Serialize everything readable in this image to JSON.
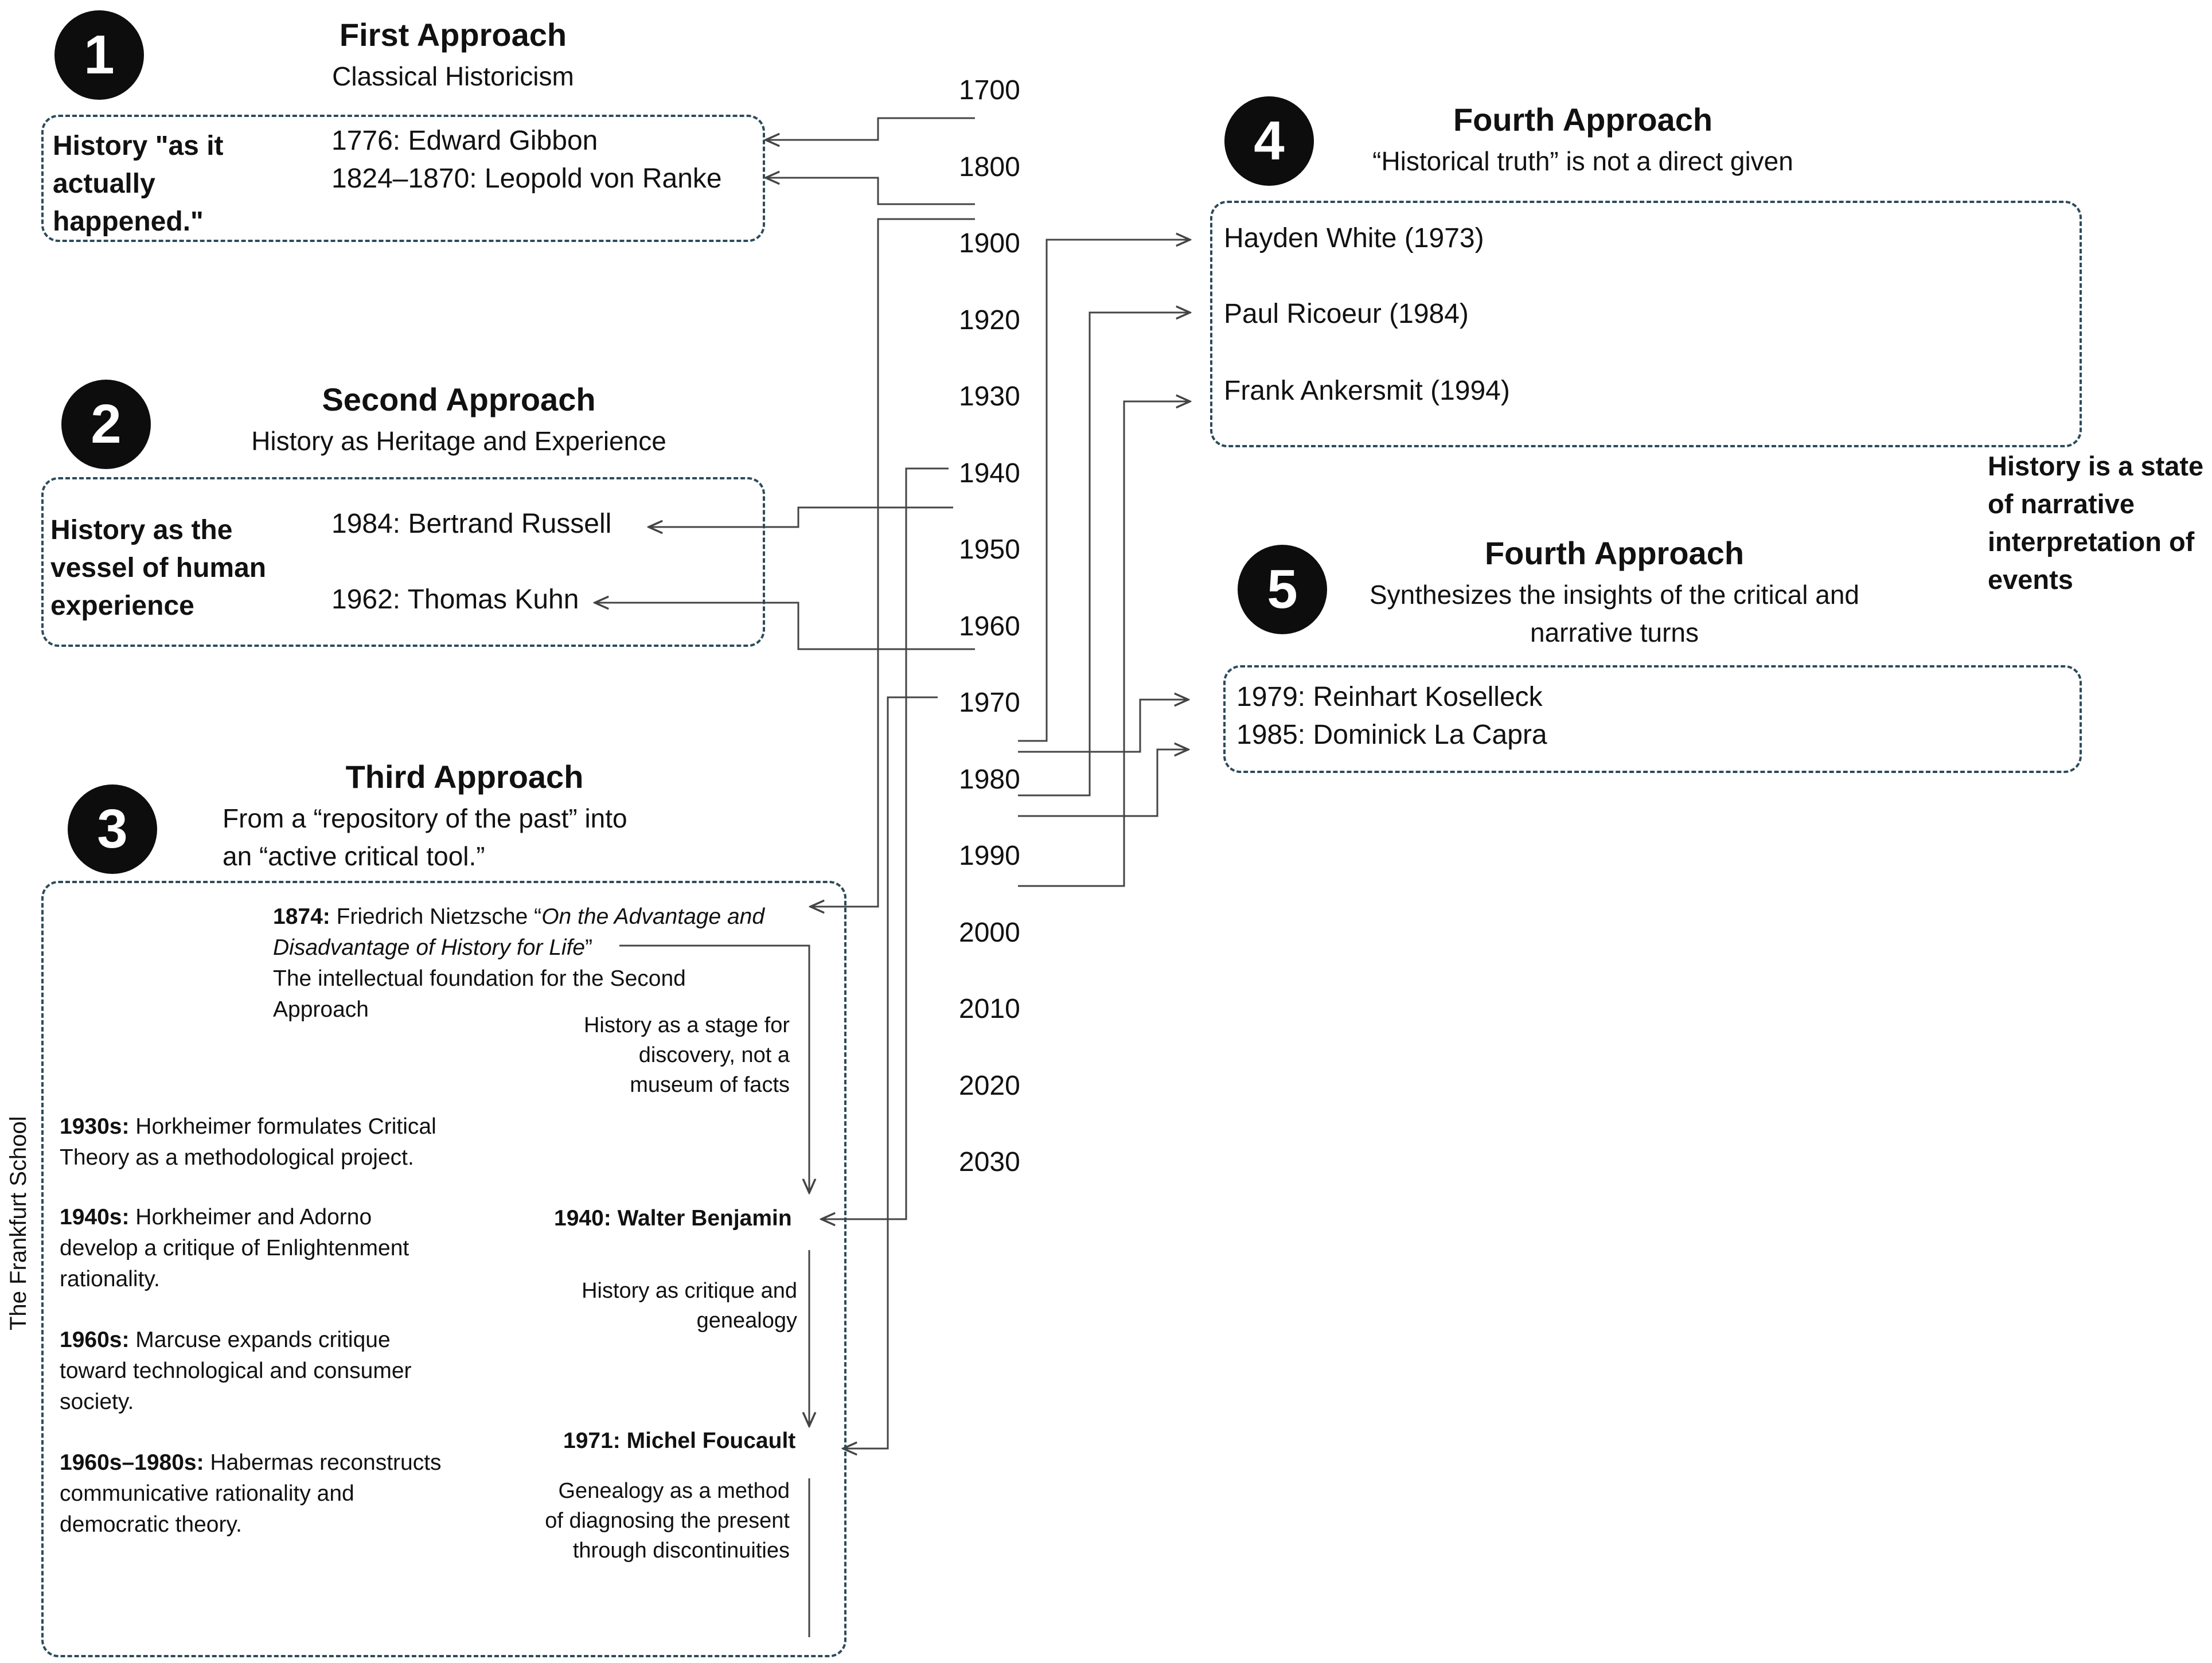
{
  "timeline": [
    "1700",
    "1800",
    "1900",
    "1920",
    "1930",
    "1940",
    "1950",
    "1960",
    "1970",
    "1980",
    "1990",
    "2000",
    "2010",
    "2020",
    "2030"
  ],
  "approach1": {
    "number": "1",
    "title": "First Approach",
    "subtitle": "Classical Historicism",
    "lead": "History \"as it actually happened.\"",
    "entries": [
      {
        "year": "1776:",
        "name": " Edward Gibbon"
      },
      {
        "year": "1824–1870:",
        "name": " Leopold von Ranke"
      }
    ]
  },
  "approach2": {
    "number": "2",
    "title": "Second Approach",
    "subtitle": "History as Heritage and Experience",
    "lead": "History as the vessel of human experience",
    "entries": [
      {
        "year": "1984:",
        "name": " Bertrand Russell"
      },
      {
        "year": "1962:",
        "name": " Thomas Kuhn"
      }
    ]
  },
  "approach3": {
    "number": "3",
    "title": "Third Approach",
    "subtitle_line1": "From a “repository of the past” into",
    "subtitle_line2": "an “active critical tool.”",
    "side_label": "The Frankfurt School",
    "nietzsche_year": "1874:",
    "nietzsche_name": " Friedrich Nietzsche “",
    "nietzsche_work_line1": "On the Advantage and",
    "nietzsche_work_line2": "Disadvantage of History for Life",
    "nietzsche_close": "”",
    "nietzsche_note_line1": "The intellectual foundation for the Second",
    "nietzsche_note_line2": "Approach",
    "note1": [
      "History as a stage for",
      "discovery, not a",
      "museum of facts"
    ],
    "benjamin": "1940: Walter Benjamin",
    "note2": [
      "History as critique and",
      "genealogy"
    ],
    "foucault": "1971: Michel Foucault",
    "note3": [
      "Genealogy as a method",
      "of diagnosing the present",
      "through discontinuities"
    ],
    "frankfurt": [
      {
        "year": "1930s:",
        "text_line1": " Horkheimer formulates Critical",
        "text_line2": "Theory as a methodological project.",
        "text_line3": ""
      },
      {
        "year": "1940s:",
        "text_line1": " Horkheimer and Adorno",
        "text_line2": "develop a critique of Enlightenment",
        "text_line3": "rationality."
      },
      {
        "year": "1960s:",
        "text_line1": " Marcuse expands critique",
        "text_line2": "toward technological and consumer",
        "text_line3": "society."
      },
      {
        "year": "1960s–1980s:",
        "text_line1": " Habermas reconstructs",
        "text_line2": "communicative rationality and",
        "text_line3": "democratic theory."
      }
    ]
  },
  "approach4": {
    "number": "4",
    "title": "Fourth Approach",
    "subtitle": "“Historical truth” is not  a direct given",
    "entries": [
      "Hayden White (1973)",
      "Paul Ricoeur (1984)",
      "Frank Ankersmit (1994)"
    ],
    "side_note": [
      "History is a state",
      "of narrative",
      "interpretation of",
      "events"
    ]
  },
  "approach5": {
    "number": "5",
    "title": "Fourth Approach",
    "subtitle_line1": "Synthesizes the insights of the critical and",
    "subtitle_line2": "narrative turns",
    "entries": [
      {
        "year": "1979:",
        "name": " Reinhart Koselleck"
      },
      {
        "year": "1985:",
        "name": " Dominick La Capra"
      }
    ]
  }
}
